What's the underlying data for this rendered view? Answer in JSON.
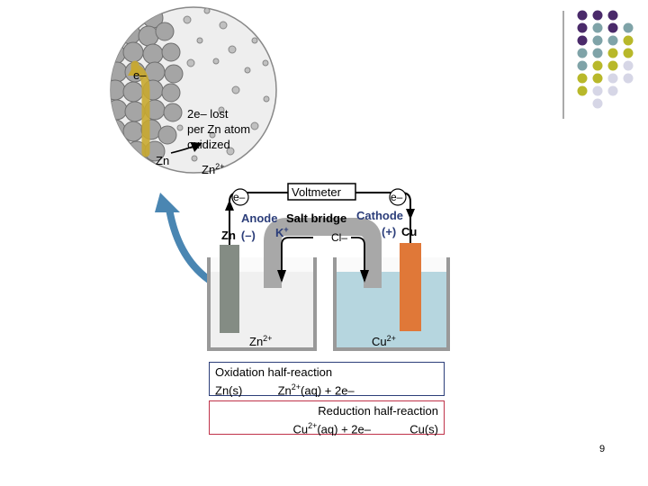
{
  "magnified_view": {
    "electron_label": "e–",
    "lost_text_line1": "2e– lost",
    "lost_text_line2": "per Zn atom",
    "lost_text_line3": "oxidized",
    "zn_atom_label": "Zn",
    "zn_ion_label": "Zn",
    "zn_ion_charge": "2+"
  },
  "circuit": {
    "voltmeter_label": "Voltmeter",
    "left_electron": "e–",
    "right_electron": "e–",
    "anode_label": "Anode",
    "salt_bridge_label": "Salt bridge",
    "cathode_label": "Cathode",
    "zn_electrode": "Zn",
    "zn_sign": "(–)",
    "k_ion": "K",
    "k_charge": "+",
    "cl_ion": "Cl–",
    "cu_sign": "(+)",
    "cu_electrode": "Cu",
    "left_solution_ion": "Zn",
    "left_solution_charge": "2+",
    "right_solution_ion": "Cu",
    "right_solution_charge": "2+"
  },
  "oxidation": {
    "title": "Oxidation half-reaction",
    "lhs": "Zn(s)",
    "rhs_species": "Zn",
    "rhs_charge": "2+",
    "rhs_state": "(aq) + 2e–"
  },
  "reduction": {
    "title": "Reduction half-reaction",
    "lhs_species": "Cu",
    "lhs_charge": "2+",
    "lhs_state": "(aq) + 2e–",
    "rhs": "Cu(s)"
  },
  "page_number": "9",
  "colors": {
    "purple": "#4a2a6a",
    "teal": "#7fa3a8",
    "olive": "#b8b82a",
    "lavender": "#d6d6e6",
    "zinc": "#848c84",
    "copper": "#e07838",
    "solution_blue": "#b6d6df",
    "arrow_blue": "#4a86b2",
    "electron_path": "#c8a830"
  }
}
